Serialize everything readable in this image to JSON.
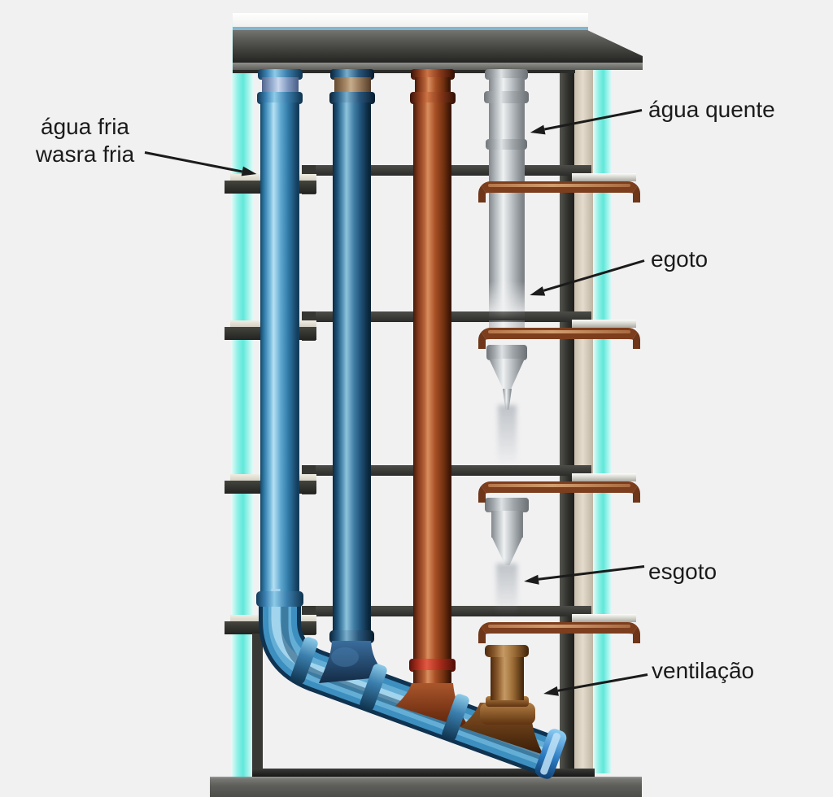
{
  "labels": {
    "cold_water_line1": "água fria",
    "cold_water_line2": "wasra fria",
    "hot_water": "água quente",
    "sewage_upper": "egoto",
    "sewage_lower": "esgoto",
    "ventilation": "ventilação"
  },
  "colors": {
    "cold_water_pipe_blue": "#4596c4",
    "secondary_cold_pipe_blue": "#2e6e96",
    "sewage_stack_rust": "#a04a22",
    "hot_water_pipe_gray": "#c2c6c9",
    "ventilation_pipe_brown": "#8a5a30",
    "fixture_bracket_copper": "#7d3e1e",
    "wall_glass_cyan": "#7ceee2",
    "wall_tan": "#d6ccbd",
    "structure_dark_gray": "#3a3a38",
    "drain_pipe_blue": "#3d8fc0",
    "background": "#f1f1f2",
    "label_text": "#1b1b1b"
  }
}
